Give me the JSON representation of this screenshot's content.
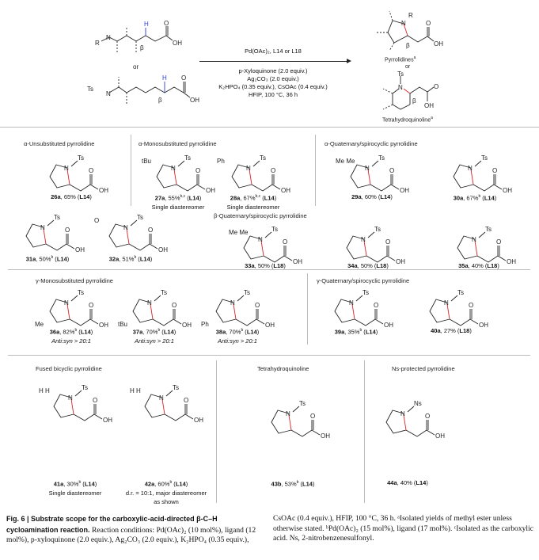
{
  "scheme": {
    "reactant_or": "or",
    "product_or": "or",
    "pyrrolidines_label": "Pyrrolidines",
    "pyrrolidines_sup": "a",
    "thq_label": "Tetrahydroquinoline",
    "thq_sup": "a",
    "catalyst_line": "Pd(OAc)₂, L14 or L18",
    "conditions": [
      "p-Xyloquinone (2.0 equiv.)",
      "Ag₂CO₃ (2.0 equiv.)",
      "K₂HPO₄ (0.35 equiv.), CsOAc (0.4 equiv.)",
      "HFIP, 100 °C, 36 h"
    ],
    "atoms": {
      "R": "R",
      "NH": "N",
      "H": "H",
      "Ts": "Ts",
      "OH": "OH",
      "O": "O",
      "beta": "β"
    }
  },
  "sections": {
    "alpha_unsub": "α-Unsubstituted pyrrolidine",
    "alpha_mono": "α-Monosubstituted pyrrolidine",
    "alpha_quat": "α-Quaternary/spirocyclic pyrrolidine",
    "beta_quat": "β-Quaternary/spirocyclic pyrrolidine",
    "gamma_mono": "γ-Monosubstituted pyrrolidine",
    "gamma_quat": "γ-Quaternary/spirocyclic pyrrolidine",
    "fused": "Fused bicyclic pyrrolidine",
    "thq": "Tetrahydroquinoline",
    "ns": "Ns-protected pyrrolidine"
  },
  "compounds": [
    {
      "id": "26a",
      "yield": "65%",
      "sup": "",
      "ligand": "L14",
      "note": "",
      "sub": "",
      "pg": "Ts"
    },
    {
      "id": "27a",
      "yield": "55%",
      "sup": "b,c",
      "ligand": "L14",
      "note": "Single diastereomer",
      "sub": "tBu",
      "pg": "Ts"
    },
    {
      "id": "28a",
      "yield": "67%",
      "sup": "b,c",
      "ligand": "L14",
      "note": "Single diastereomer",
      "sub": "Ph",
      "pg": "Ts"
    },
    {
      "id": "29a",
      "yield": "60%",
      "sup": "",
      "ligand": "L14",
      "note": "",
      "sub": "Me Me",
      "pg": "Ts"
    },
    {
      "id": "30a",
      "yield": "67%",
      "sup": "b",
      "ligand": "L14",
      "note": "",
      "sub": "",
      "pg": "Ts"
    },
    {
      "id": "31a",
      "yield": "50%",
      "sup": "b",
      "ligand": "L14",
      "note": "",
      "sub": "",
      "pg": "Ts"
    },
    {
      "id": "32a",
      "yield": "51%",
      "sup": "b",
      "ligand": "L14",
      "note": "",
      "sub": "O",
      "pg": "Ts"
    },
    {
      "id": "33a",
      "yield": "50%",
      "sup": "",
      "ligand": "L18",
      "note": "",
      "sub": "Me Me",
      "pg": "Ts"
    },
    {
      "id": "34a",
      "yield": "50%",
      "sup": "",
      "ligand": "L18",
      "note": "",
      "sub": "",
      "pg": "Ts"
    },
    {
      "id": "35a",
      "yield": "40%",
      "sup": "",
      "ligand": "L18",
      "note": "",
      "sub": "",
      "pg": "Ts"
    },
    {
      "id": "36a",
      "yield": "82%",
      "sup": "b",
      "ligand": "L14",
      "note": "Anti:syn > 20:1",
      "sub": "Me",
      "pg": "Ts"
    },
    {
      "id": "37a",
      "yield": "70%",
      "sup": "b",
      "ligand": "L14",
      "note": "Anti:syn > 20:1",
      "sub": "tBu",
      "pg": "Ts"
    },
    {
      "id": "38a",
      "yield": "70%",
      "sup": "b",
      "ligand": "L14",
      "note": "Anti:syn > 20:1",
      "sub": "Ph",
      "pg": "Ts"
    },
    {
      "id": "39a",
      "yield": "35%",
      "sup": "b",
      "ligand": "L14",
      "note": "",
      "sub": "",
      "pg": "Ts"
    },
    {
      "id": "40a",
      "yield": "27%",
      "sup": "",
      "ligand": "L18",
      "note": "",
      "sub": "",
      "pg": "Ts"
    },
    {
      "id": "41a",
      "yield": "30%",
      "sup": "b",
      "ligand": "L14",
      "note": "Single diastereomer",
      "sub": "H H",
      "pg": "Ts"
    },
    {
      "id": "42a",
      "yield": "60%",
      "sup": "b",
      "ligand": "L14",
      "note": "d.r. = 10:1, major diastereomer",
      "note2": "as shown",
      "sub": "H H",
      "pg": "Ts"
    },
    {
      "id": "43b",
      "yield": "53%",
      "sup": "b",
      "ligand": "L14",
      "note": "",
      "sub": "",
      "pg": "Ts"
    },
    {
      "id": "44a",
      "yield": "40%",
      "sup": "",
      "ligand": "L14",
      "note": "",
      "sub": "",
      "pg": "Ns"
    }
  ],
  "caption": {
    "fig": "Fig. 6 | Substrate scope for the carboxylic-acid-directed β-C–H cycloamination reaction.",
    "left": "Reaction conditions: Pd(OAc)₂ (10 mol%), ligand (12 mol%), p-xyloquinone (2.0 equiv.), Ag₂CO₃ (2.0 equiv.), K₂HPO₄ (0.35 equiv.),",
    "right": "CsOAc (0.4 equiv.), HFIP, 100 °C, 36 h. ᵃIsolated yields of methyl ester unless otherwise stated. ᵇPd(OAc)₂ (15 mol%), ligand (17 mol%). ᶜIsolated as the carboxylic acid. Ns, 2-nitrobenzenesulfonyl."
  },
  "colors": {
    "new_bond": "#d9262b",
    "ch_bond": "#2a3bd8"
  }
}
